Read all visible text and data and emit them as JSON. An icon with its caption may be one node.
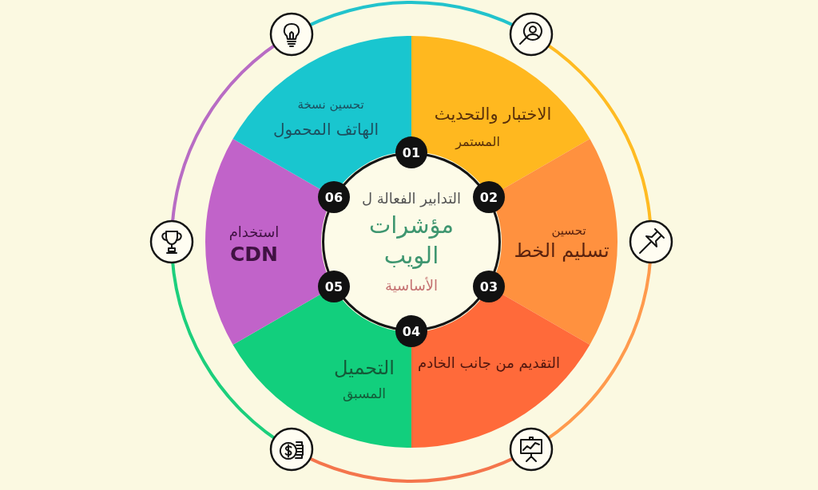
{
  "diagram": {
    "nodes": [
      {
        "text": [
          "التدابير الفعالة ل",
          "مؤشرات الويب",
          "الأساسية"
        ]
      },
      {
        "text": [
          "01"
        ]
      },
      {
        "text": [
          "الاختبار والتحديث",
          "المستمر"
        ]
      },
      {
        "text": [
          "02"
        ]
      },
      {
        "text": [
          "تحسين",
          "تسليم الخط"
        ]
      },
      {
        "text": [
          "03"
        ]
      },
      {
        "text": [
          "التقديم من جانب الخادم"
        ]
      },
      {
        "text": [
          "04"
        ]
      },
      {
        "text": [
          "التحميل",
          "المسبق"
        ]
      },
      {
        "text": [
          "05"
        ]
      },
      {
        "text": [
          "استخدام",
          "CDN"
        ]
      },
      {
        "text": [
          "06"
        ]
      },
      {
        "text": [
          "تحسين نسخة",
          "الهاتف المحمول"
        ]
      }
    ]
  }
}
